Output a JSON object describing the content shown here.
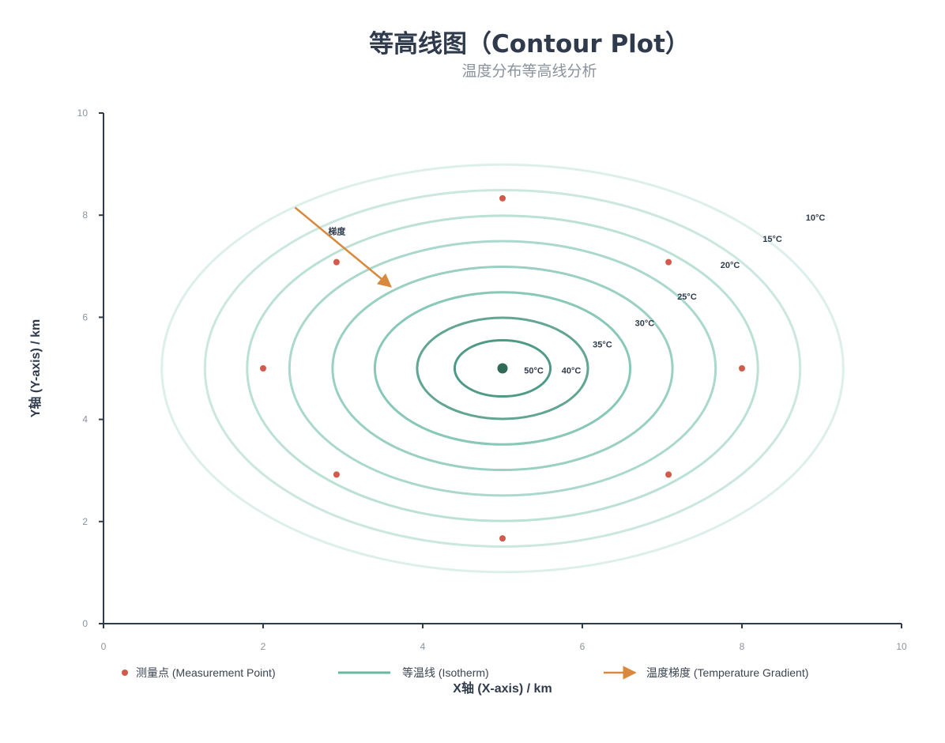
{
  "title": "等高线图（Contour Plot）",
  "subtitle": "温度分布等高线分析",
  "chart_data": {
    "type": "contour",
    "xlabel": "X轴 (X-axis) / km",
    "ylabel": "Y轴 (Y-axis) / km",
    "xlim": [
      0,
      10
    ],
    "ylim": [
      0,
      10
    ],
    "xticks": [
      "0",
      "2",
      "4",
      "6",
      "8",
      "10"
    ],
    "yticks": [
      "0",
      "2",
      "4",
      "6",
      "8",
      "10"
    ],
    "grid": false,
    "center": {
      "x": 5,
      "y": 5
    },
    "isotherms": [
      {
        "label": "50°C",
        "rx": 0.6,
        "ry": 0.55,
        "label_x": 5.27,
        "label_y": 4.96
      },
      {
        "label": "40°C",
        "rx": 1.07,
        "ry": 0.99,
        "label_x": 5.74,
        "label_y": 4.96
      },
      {
        "label": "35°C",
        "rx": 1.6,
        "ry": 1.49,
        "label_x": 6.13,
        "label_y": 5.47
      },
      {
        "label": "30°C",
        "rx": 2.13,
        "ry": 1.99,
        "label_x": 6.66,
        "label_y": 5.89
      },
      {
        "label": "25°C",
        "rx": 2.67,
        "ry": 2.49,
        "label_x": 7.19,
        "label_y": 6.41
      },
      {
        "label": "20°C",
        "rx": 3.2,
        "ry": 2.99,
        "label_x": 7.73,
        "label_y": 7.03
      },
      {
        "label": "15°C",
        "rx": 3.73,
        "ry": 3.49,
        "label_x": 8.26,
        "label_y": 7.54
      },
      {
        "label": "10°C",
        "rx": 4.27,
        "ry": 3.99,
        "label_x": 8.8,
        "label_y": 7.96
      }
    ],
    "measurement_points": [
      {
        "x": 5.0,
        "y": 8.33
      },
      {
        "x": 7.08,
        "y": 7.08
      },
      {
        "x": 8.0,
        "y": 5.0
      },
      {
        "x": 7.08,
        "y": 2.92
      },
      {
        "x": 5.0,
        "y": 1.67
      },
      {
        "x": 2.92,
        "y": 2.92
      },
      {
        "x": 2.0,
        "y": 5.0
      },
      {
        "x": 2.92,
        "y": 7.08
      }
    ],
    "gradient_arrow": {
      "label": "梯度",
      "from": [
        2.4,
        8.15
      ],
      "to": [
        3.6,
        6.6
      ]
    },
    "legend": [
      {
        "label": "测量点 (Measurement Point)",
        "kind": "point"
      },
      {
        "label": "等温线 (Isotherm)",
        "kind": "line"
      },
      {
        "label": "温度梯度 (Temperature Gradient)",
        "kind": "arrow"
      }
    ],
    "colors": {
      "isotherm": "#66b8a3",
      "center": "#2f6b55",
      "point": "#d25a4a",
      "arrow": "#d9893d",
      "axis": "#2f3b4c"
    }
  }
}
